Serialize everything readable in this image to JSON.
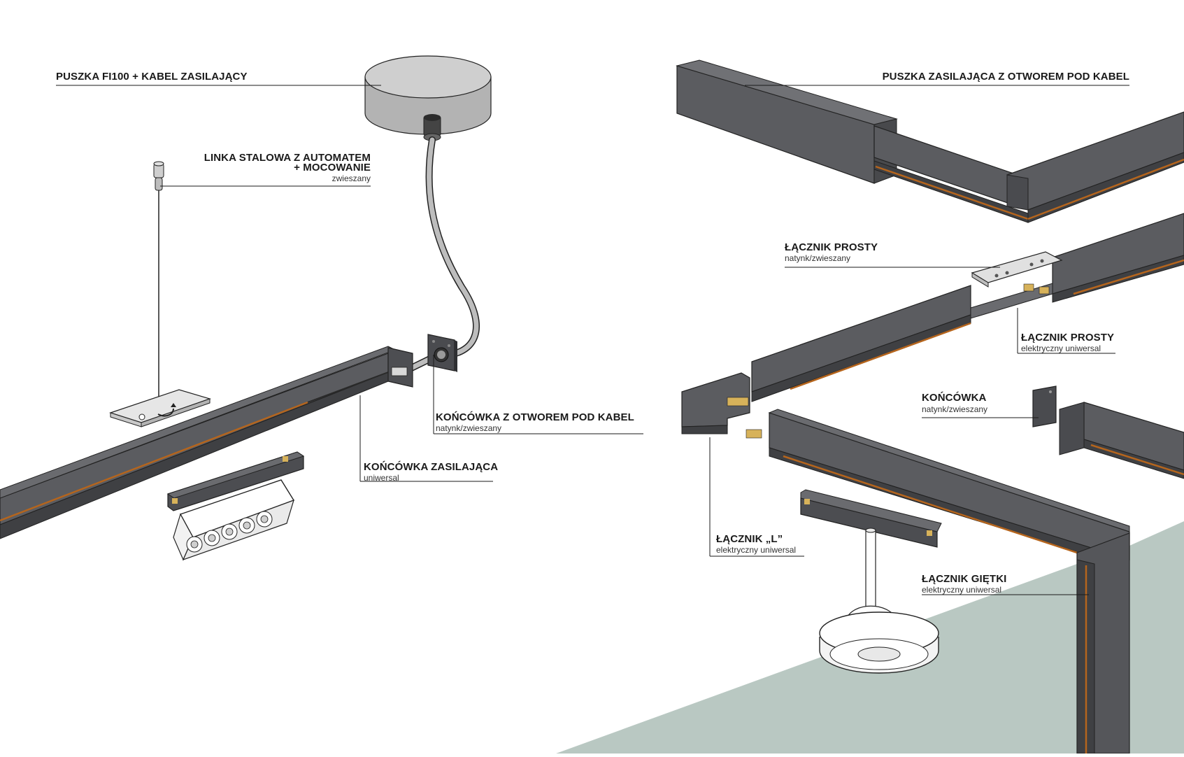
{
  "colors": {
    "rail": "#55565a",
    "rail_dark": "#3c3d40",
    "rail_light": "#6c6d71",
    "accent": "#b5651d",
    "wall": "#b9c8c2",
    "canopy": "#bdbdbd",
    "plate": "#dcdcdc"
  },
  "labels": {
    "puszka_fi100": {
      "main": "PUSZKA FI100 + KABEL ZASILAJĄCY"
    },
    "linka": {
      "main_line1": "LINKA STALOWA Z AUTOMATEM",
      "main_line2": "+ MOCOWANIE",
      "sub": "zwieszany"
    },
    "koncowka_otwor": {
      "main": "KOŃCÓWKA Z OTWOREM POD KABEL",
      "sub": "natynk/zwieszany"
    },
    "koncowka_zasilajaca": {
      "main": "KOŃCÓWKA ZASILAJĄCA",
      "sub": "uniwersal"
    },
    "puszka_zasilajaca": {
      "main": "PUSZKA ZASILAJĄCA Z OTWOREM POD KABEL"
    },
    "lacznik_prosty_1": {
      "main": "ŁĄCZNIK PROSTY",
      "sub": "natynk/zwieszany"
    },
    "lacznik_prosty_2": {
      "main": "ŁĄCZNIK PROSTY",
      "sub": "elektryczny uniwersal"
    },
    "koncowka": {
      "main": "KOŃCÓWKA",
      "sub": "natynk/zwieszany"
    },
    "lacznik_l": {
      "main": "ŁĄCZNIK „L”",
      "sub": "elektryczny uniwersal"
    },
    "lacznik_gietki": {
      "main": "ŁĄCZNIK GIĘTKI",
      "sub": "elektryczny uniwersal"
    }
  }
}
